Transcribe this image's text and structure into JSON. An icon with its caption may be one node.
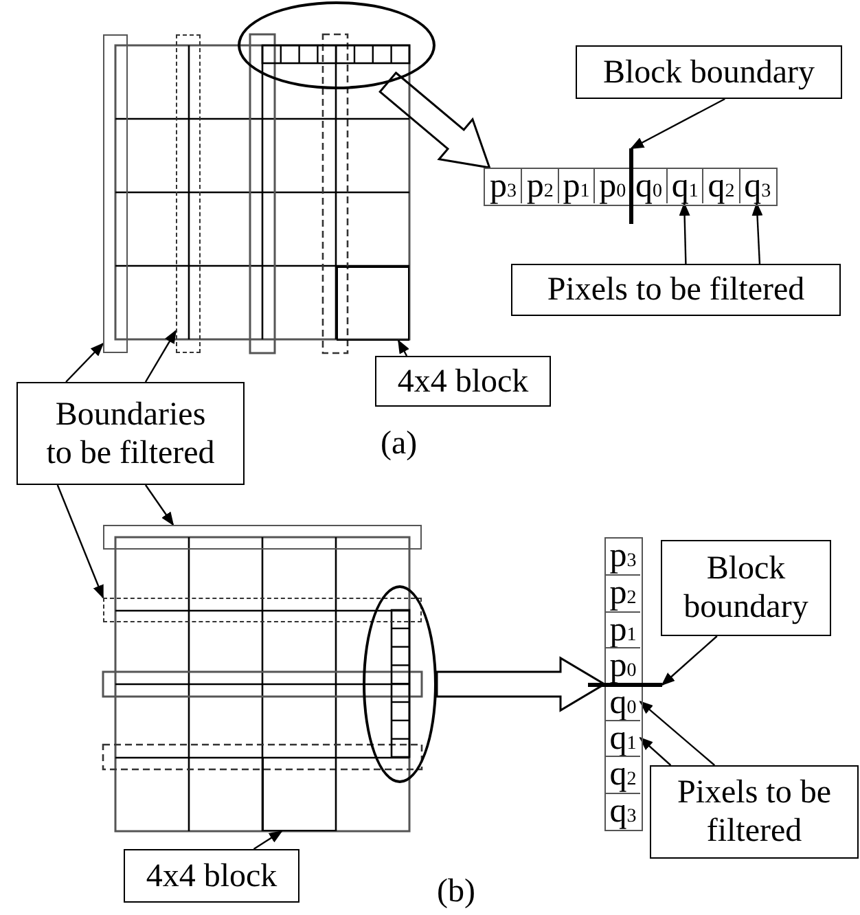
{
  "diagram": {
    "nodes": [
      {
        "text": [],
        "shape": "bar"
      },
      {
        "text": [],
        "shape": "bar"
      },
      {
        "text": [],
        "shape": "circle"
      },
      {
        "text": [],
        "shape": "box"
      },
      {
        "text": [
          "Block boundary"
        ]
      },
      {
        "text": [],
        "shape": "box"
      },
      {
        "text": [
          "p$_{3}$"
        ],
        "in": 5
      },
      {
        "text": [
          "p$_{2}$"
        ],
        "in": 5
      },
      {
        "text": [
          "p$_{1}$"
        ],
        "in": 5
      },
      {
        "text": [
          "p$_{0}$"
        ],
        "in": 5
      },
      {
        "text": [
          "q$_{0}$"
        ],
        "in": 5
      },
      {
        "text": [
          "q$_{1}$"
        ],
        "in": 5
      },
      {
        "text": [
          "q$_{2}$"
        ],
        "in": 5
      },
      {
        "text": [
          "q$_{3}$"
        ],
        "in": 5
      },
      {
        "text": [],
        "shape": "bar"
      },
      {
        "text": [
          "Pixels to be filtered"
        ]
      },
      {
        "text": [
          "4x4 block"
        ]
      },
      {
        "text": [
          "Boundaries to be filtered"
        ]
      },
      {
        "text": [],
        "shape": "bar"
      },
      {
        "text": [],
        "shape": "bar"
      },
      {
        "text": [],
        "shape": "circle"
      },
      {
        "text": [],
        "shape": "box"
      },
      {
        "text": [],
        "shape": "box"
      },
      {
        "text": [
          "p$_{3}$"
        ],
        "in": 22
      },
      {
        "text": [
          "p$_{2}$"
        ],
        "in": 22
      },
      {
        "text": [
          "p$_{1}$"
        ],
        "in": 22
      },
      {
        "text": [
          "p$_{0}$"
        ],
        "in": 22
      },
      {
        "text": [
          "q$_{0}$"
        ],
        "in": 22
      },
      {
        "text": [
          "q$_{1}$"
        ],
        "in": 22
      },
      {
        "text": [
          "q$_{2}$"
        ],
        "in": 22
      },
      {
        "text": [
          "q$_{3}$"
        ],
        "in": 22
      },
      {
        "text": [
          "Block boundary"
        ]
      },
      {
        "text": [],
        "shape": "bar"
      },
      {
        "text": [
          "Pixels to be filtered"
        ]
      },
      {
        "text": [
          "4x4 block"
        ]
      }
    ],
    "edges": [
      {
        "from": 2,
        "to": 5,
        "arrow": "to",
        "style": "thick"
      },
      {
        "from": 4,
        "to": 14,
        "arrow": "to"
      },
      {
        "from": 15,
        "to": 11,
        "arrow": "to"
      },
      {
        "from": 15,
        "to": 13,
        "arrow": "to"
      },
      {
        "from": 16,
        "to": 3,
        "arrow": "to"
      },
      {
        "from": 17,
        "to": 0,
        "arrow": "to"
      },
      {
        "from": 17,
        "to": 1,
        "arrow": "to"
      },
      {
        "from": 17,
        "to": 19,
        "arrow": "to"
      },
      {
        "from": 17,
        "to": 18,
        "arrow": "to"
      },
      {
        "from": 20,
        "to": 22,
        "arrow": "to",
        "style": "thick"
      },
      {
        "from": 31,
        "to": 32,
        "arrow": "to"
      },
      {
        "from": 33,
        "to": 27,
        "arrow": "to"
      },
      {
        "from": 33,
        "to": 28,
        "arrow": "to"
      },
      {
        "from": 34,
        "to": 21,
        "arrow": "to"
      }
    ],
    "labels": [
      "(a)",
      "(b)"
    ]
  }
}
